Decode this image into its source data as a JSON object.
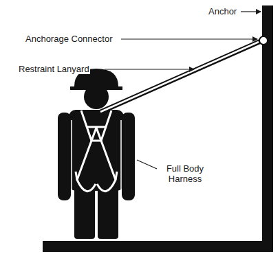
{
  "diagram": {
    "labels": [
      "Anchor",
      "Anchorage Connector",
      "Restraint Lanyard",
      "Full Body Harness"
    ]
  }
}
